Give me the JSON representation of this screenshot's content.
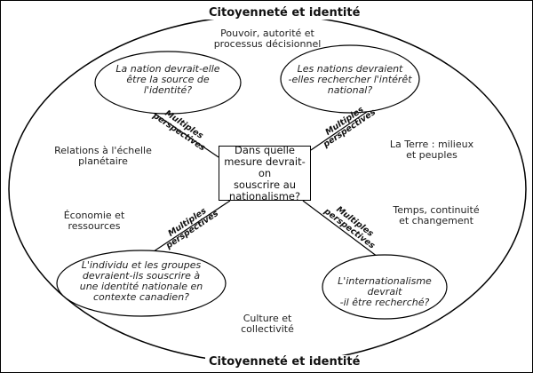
{
  "title_top": "Citoyenneté et identité",
  "title_bottom": "Citoyenneté et identité",
  "center_question": "Dans quelle\nmesure devrait-on\nsouscrire au\nnationalisme?",
  "themes": {
    "pouvoir": "Pouvoir, autorité et\nprocessus décisionnel",
    "relations": "Relations à l'échelle\nplanétaire",
    "terre": "La Terre : milieux\net peuples",
    "economie": "Économie et\nressources",
    "temps": "Temps, continuité\net changement",
    "culture": "Culture et\ncollectivité"
  },
  "questions": {
    "top_left": "La nation devrait-elle\nêtre la source de\nl'identité?",
    "top_right": "Les nations devraient\n-elles rechercher l'intérêt\nnational?",
    "bottom_left": "L'individu et les groupes\ndevraient-ils souscrire à\nune identité nationale en\ncontexte canadien?",
    "bottom_right": "L'internationalisme devrait\n-il être recherché?"
  },
  "connector_label": "Multiples\nperspectives"
}
